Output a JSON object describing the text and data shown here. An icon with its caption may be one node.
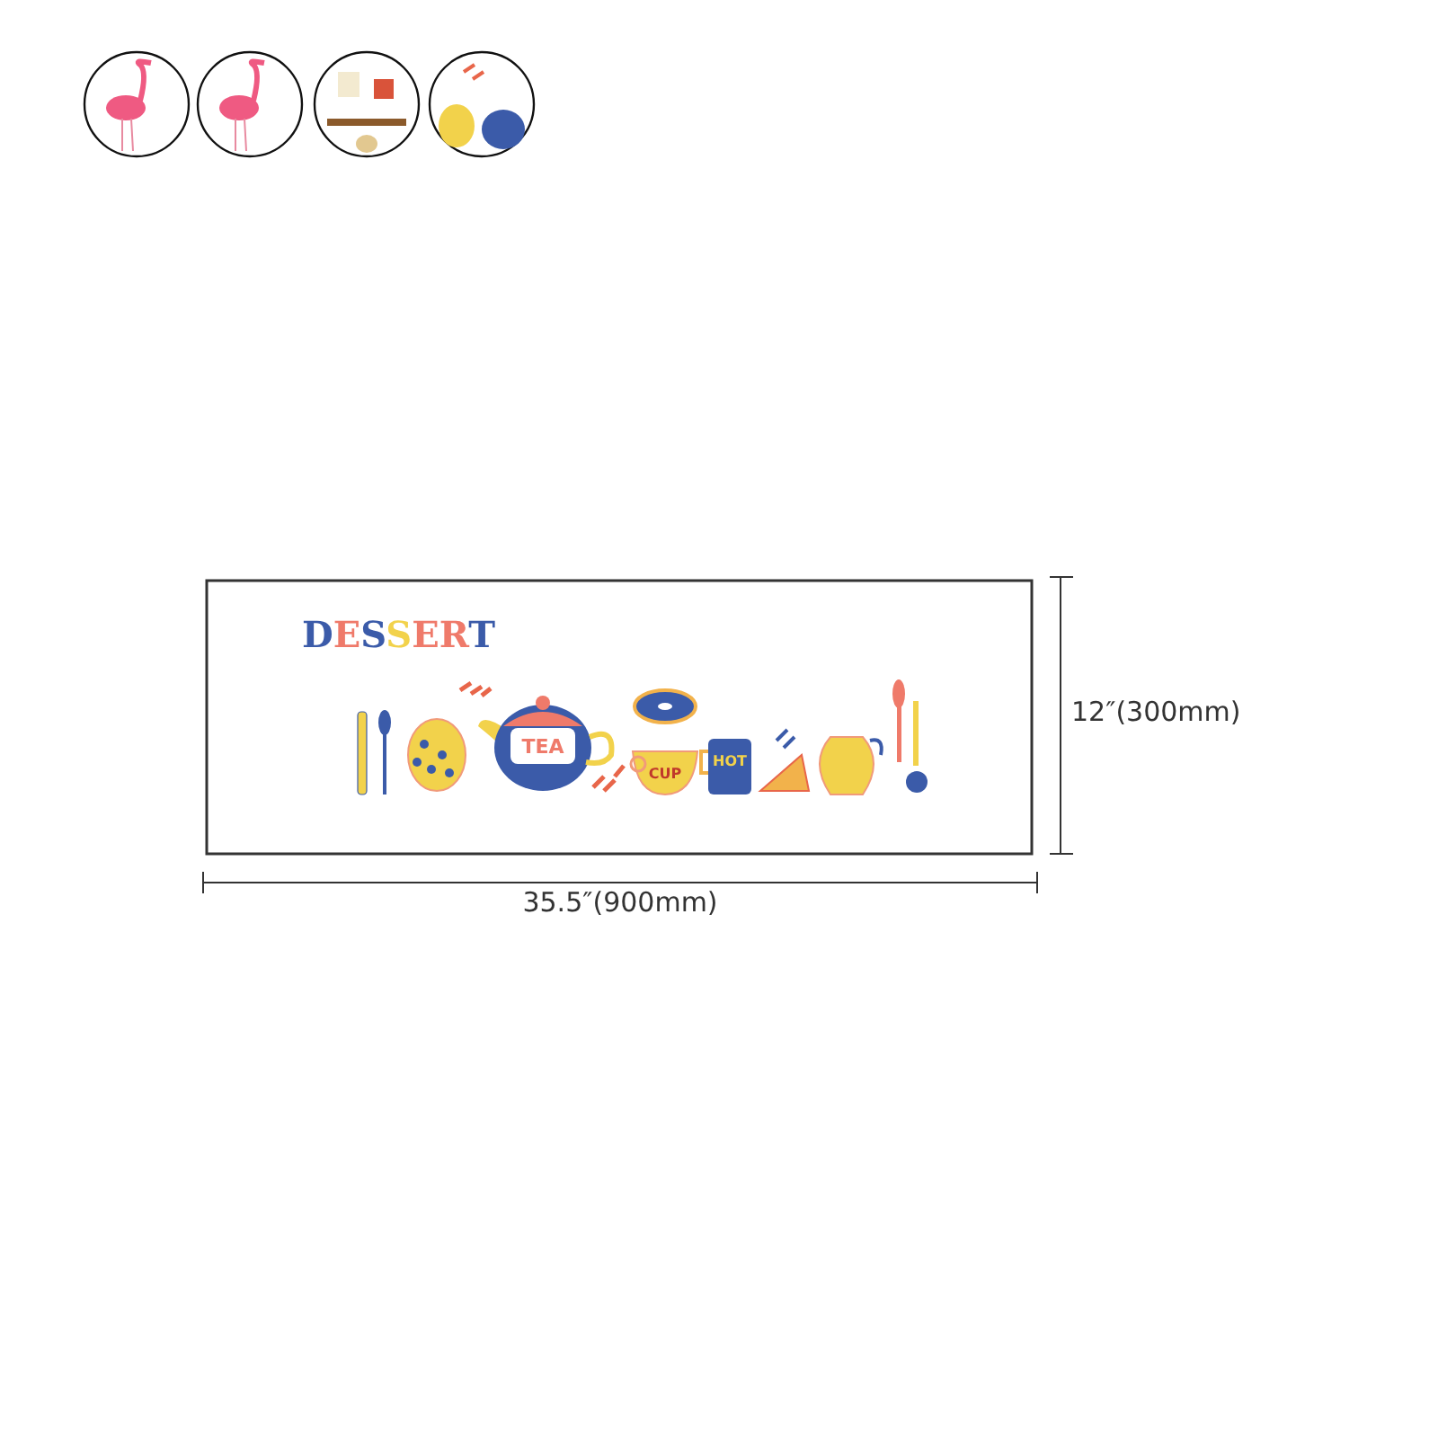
{
  "diagram": {
    "labels": [
      "DESSERT",
      "TEA",
      "CUP",
      "HOT",
      "12″(300mm)",
      "35.5″(900mm)"
    ]
  }
}
